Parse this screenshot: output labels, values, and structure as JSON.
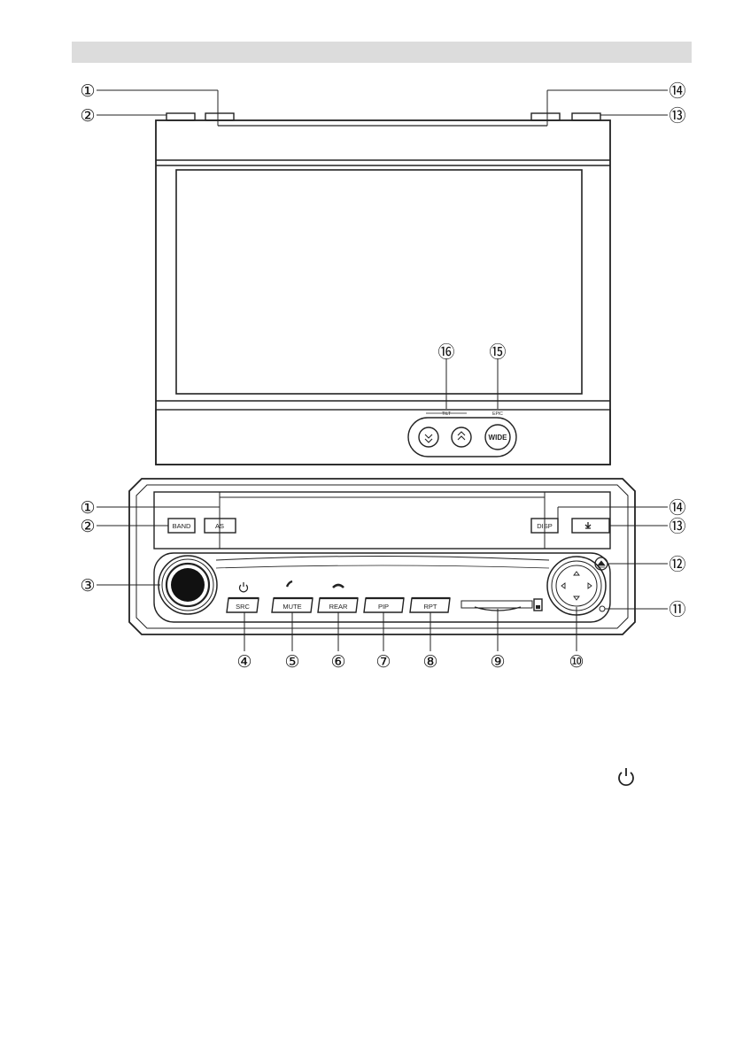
{
  "callouts": [
    {
      "id": 1,
      "label": "①"
    },
    {
      "id": 2,
      "label": "②"
    },
    {
      "id": 3,
      "label": "③"
    },
    {
      "id": 4,
      "label": "④"
    },
    {
      "id": 5,
      "label": "⑤"
    },
    {
      "id": 6,
      "label": "⑥"
    },
    {
      "id": 7,
      "label": "⑦"
    },
    {
      "id": 8,
      "label": "⑧"
    },
    {
      "id": 9,
      "label": "⑨"
    },
    {
      "id": 10,
      "label": "⑩"
    },
    {
      "id": 11,
      "label": "⑪"
    },
    {
      "id": 12,
      "label": "⑫"
    },
    {
      "id": 13,
      "label": "⑬"
    },
    {
      "id": 14,
      "label": "⑭"
    },
    {
      "id": 15,
      "label": "⑮"
    },
    {
      "id": 16,
      "label": "⑯"
    }
  ],
  "top_unit": {
    "tilt_label": "TILT",
    "wide_label": "WIDE",
    "epic_label": "EPIC"
  },
  "front_panel": {
    "band": "BAND",
    "as": "AS",
    "disp": "DISP",
    "src": "SRC",
    "mute": "MUTE",
    "rear": "REAR",
    "pip": "PIP",
    "rpt": "RPT"
  },
  "icons": {
    "power": "power-icon",
    "phone_pickup": "phone-pickup-icon",
    "phone_hangup": "phone-hangup-icon",
    "eject": "eject-icon",
    "open": "open-icon"
  }
}
